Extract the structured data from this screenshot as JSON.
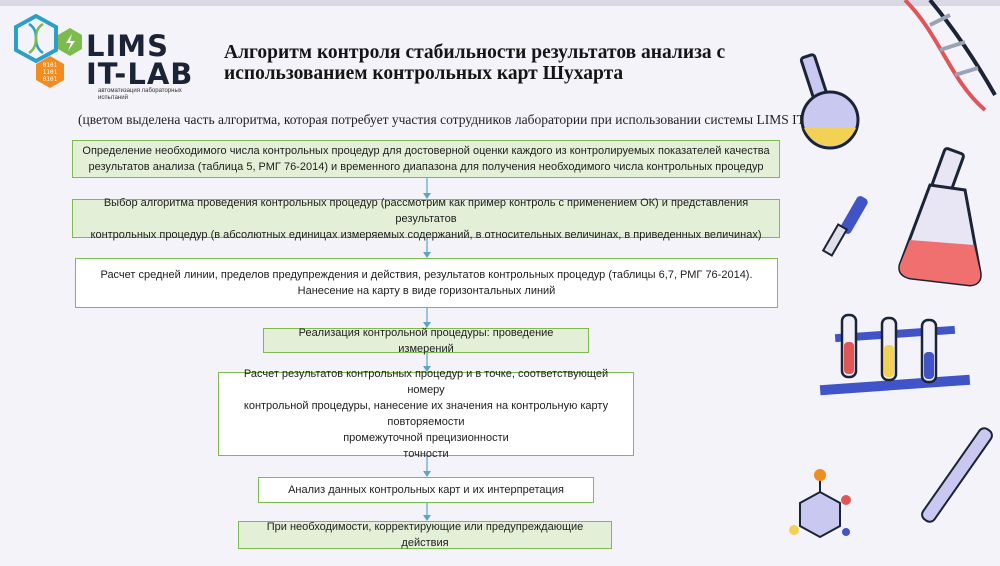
{
  "brand": {
    "line1": "LIMS",
    "line2": "IT-LAB",
    "binary": [
      "0101",
      "1101",
      "0101"
    ],
    "tagline": "автоматизация лабораторных испытаний"
  },
  "title": "Алгоритм контроля стабильности результатов анализа с использованием контрольных карт Шухарта",
  "subtitle": "(цветом выделена часть алгоритма, которая потребует участия сотрудников лаборатории при использовании системы LIMS IT-Lab)",
  "colors": {
    "highlight_fill": "#e4efd8",
    "box_border": "#7dbb4e",
    "arrow": "#5aa6c8",
    "background": "#f4f3fa"
  },
  "steps": [
    {
      "text": "Определение необходимого числа контрольных процедур для достоверной оценки каждого из контролируемых показателей качества\nрезультатов анализа (таблица 5, РМГ 76-2014) и временного диапазона для получения необходимого числа контрольных процедур",
      "highlighted": true
    },
    {
      "text": "Выбор алгоритма проведения контрольных процедур (рассмотрим как пример контроль с применением ОК) и представления результатов\nконтрольных процедур (в абсолютных единицах измеряемых содержаний, в относительных величинах, в приведенных величинах)",
      "highlighted": true
    },
    {
      "text": "Расчет средней линии, пределов предупреждения и действия, результатов контрольных процедур (таблицы 6,7, РМГ 76-2014).\nНанесение на карту в виде горизонтальных линий",
      "highlighted": false
    },
    {
      "text": "Реализация контрольной процедуры: проведение измерений",
      "highlighted": true
    },
    {
      "text": "Расчет результатов контрольных процедур и в точке, соответствующей номеру\nконтрольной процедуры, нанесение их значения на контрольную карту\nповторяемости\nпромежуточной прецизионности\nточности",
      "highlighted": false
    },
    {
      "text": "Анализ данных контрольных карт и их интерпретация",
      "highlighted": false
    },
    {
      "text": "При необходимости, корректирующие или предупреждающие действия",
      "highlighted": true
    }
  ]
}
